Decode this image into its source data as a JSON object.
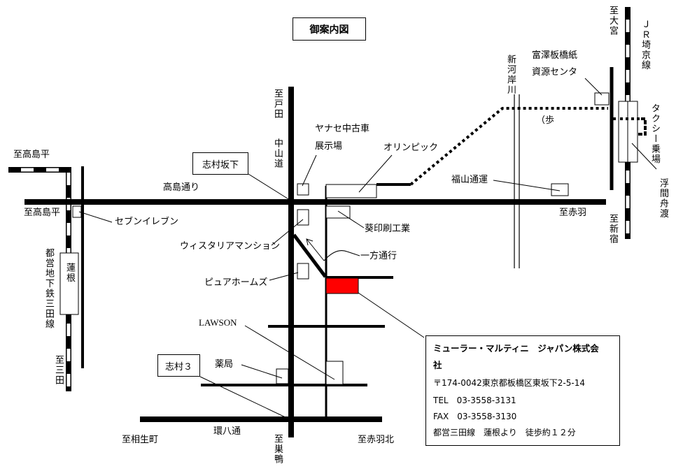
{
  "title": "御案内図",
  "roads": {
    "takashima_dori": "高島通り",
    "nakasendo": "中山道",
    "kanpachi": "環八通"
  },
  "directions": {
    "takashimadaira_upper": "至高島平",
    "takashimadaira_lower": "至高島平",
    "toda": "至戸田",
    "akabane": "至赤羽",
    "aioicho": "至相生町",
    "akabanekita": "至赤羽北",
    "sugamo": "至巣鴨",
    "omiya": "至大宮",
    "shinjuku": "至新宿",
    "mita": "至三田"
  },
  "intersections": {
    "shimura_sakashita": "志村坂下",
    "shimura_3": "志村３"
  },
  "landmarks": {
    "yanase_line1": "ヤナセ中古車",
    "yanase_line2": "展示場",
    "olympic": "オリンピック",
    "seven_eleven": "セブンイレブン",
    "wisteria_mansion": "ウィスタリアマンション",
    "aoi_printing": "葵印刷工業",
    "one_way": "一方通行",
    "pure_homes": "ピュアホームズ",
    "fukuyama_tsuun": "福山通運",
    "lawson": "LAWSON",
    "pharmacy": "薬局",
    "tomizawa_line1": "富澤板橋紙",
    "tomizawa_line2": "資源センタ",
    "taxi_stand": "タクシー乗場"
  },
  "railways": {
    "mita_line": "都営地下鉄三田線",
    "hasune_station": "蓮根",
    "saikyo_line": "ＪＲ埼京線",
    "ukimafunado_station": "浮間舟渡"
  },
  "river": "新河岸川",
  "walk_note": "（歩",
  "company": {
    "name_line1": "ミューラー・マルティニ　ジャパン株式会",
    "name_line2": "社",
    "address": "〒174-0042東京都板橋区東坂下2-5-14",
    "tel": "TEL　03-3558-3131",
    "fax": "FAX　03-3558-3130",
    "access": "都営三田線　蓮根より　徒歩約１２分"
  },
  "colors": {
    "company_location": "#ff0000",
    "lines": "#000000",
    "background": "#ffffff"
  }
}
